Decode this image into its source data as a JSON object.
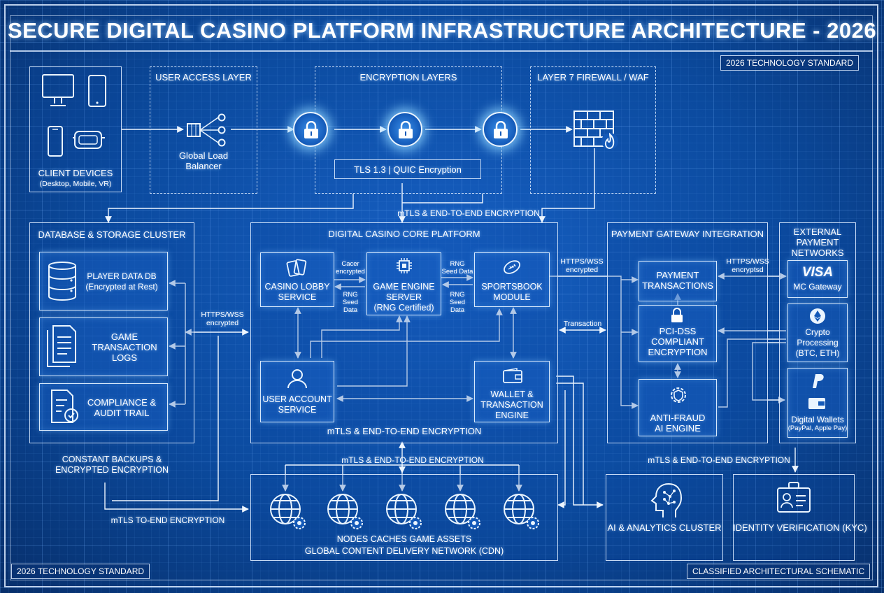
{
  "title": "SECURE DIGITAL CASINO PLATFORM INFRASTRUCTURE ARCHITECTURE - 2026",
  "stamps": {
    "top_right": "2026 TECHNOLOGY STANDARD",
    "bottom_left": "2026 TECHNOLOGY STANDARD",
    "bottom_right": "CLASSIFIED ARCHITECTURAL SCHEMATIC"
  },
  "client": {
    "title": "CLIENT DEVICES",
    "subtitle": "(Desktop, Mobile, VR)"
  },
  "user_access": {
    "title": "USER ACCESS LAYER",
    "balancer": "Global Load\nBalancer"
  },
  "encryption": {
    "title": "ENCRYPTION LAYERS",
    "tls": "TLS 1.3 | QUIC Encryption"
  },
  "firewall": {
    "title": "LAYER 7 FIREWALL / WAF"
  },
  "database": {
    "title": "DATABASE & STORAGE CLUSTER",
    "player_db": "PLAYER DATA DB\n(Encrypted at Rest)",
    "game_logs": "GAME\nTRANSACTION\nLOGS",
    "compliance": "COMPLIANCE &\nAUDIT TRAIL",
    "backups": "CONSTANT BACKUPS &\nENCRYPTED ENCRYPTION"
  },
  "core": {
    "title": "DIGITAL CASINO CORE PLATFORM",
    "lobby": "CASINO LOBBY\nSERVICE",
    "engine": "GAME ENGINE\nSERVER\n(RNG Certified)",
    "sportsbook": "SPORTSBOOK\nMODULE",
    "account": "USER ACCOUNT\nSERVICE",
    "wallet": "WALLET &\nTRANSACTION\nENGINE",
    "footer": "mTLS & END-TO-END ENCRYPTION"
  },
  "payment": {
    "title": "PAYMENT GATEWAY INTEGRATION",
    "transactions": "PAYMENT\nTRANSACTIONS",
    "pci": "PCI-DSS\nCOMPLIANT\nENCRYPTION",
    "fraud": "ANTI-FRAUD\nAI ENGINE"
  },
  "external": {
    "title": "EXTERNAL\nPAYMENT\nNETWORKS",
    "visa": "VISA",
    "mc": "MC Gateway",
    "crypto": "Crypto\nProcessing\n(BTC, ETH)",
    "wallets": "Digital Wallets",
    "wallets_sub": "(PayPal, Apple Pay)"
  },
  "cdn": {
    "caption1": "NODES CACHES GAME ASSETS",
    "caption2": "GLOBAL CONTENT DELIVERY NETWORK (CDN)"
  },
  "ai_cluster": "AI & ANALYTICS CLUSTER",
  "kyc": "IDENTITY VERIFICATION (KYC)",
  "edge_labels": {
    "top_mtls": "mTLS & END-TO-END ENCRYPTION",
    "db_https": "HTTPS/WSS\nencrypted",
    "cacer": "Cacer\nencrypted",
    "rng_seed1": "RNG\nSeed Data",
    "rng_seed2": "RNG\nSeed\nData",
    "rng_seed3": "RNG\nSeed\nData",
    "core_pay_https": "HTTPS/WSS\nencrypted",
    "pay_ext_https": "HTTPS/WSS\nencryptsd",
    "transaction": "Transaction",
    "mid_mtls": "mTLS & END-TO-END ENCRYPTION",
    "right_mtls": "mTLS & END-TO-END ENCRYPTION",
    "bottom_mtls": "mTLS TO-END ENCRYPTION"
  }
}
